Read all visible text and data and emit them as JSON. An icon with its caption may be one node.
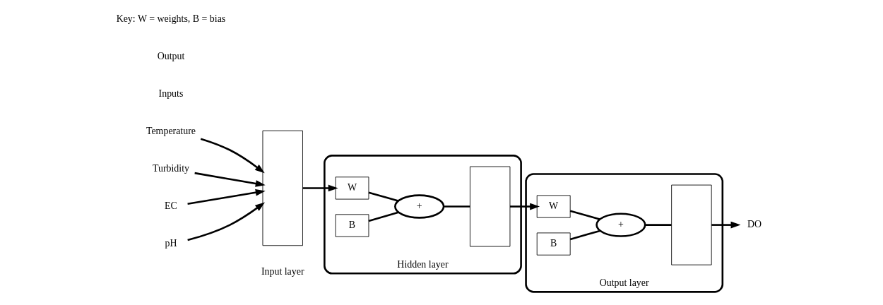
{
  "diagram": {
    "nodes": [
      {
        "text": [
          "Temperature"
        ]
      },
      {
        "text": [
          "Turbidity"
        ]
      },
      {
        "text": [
          "EC"
        ]
      },
      {
        "text": [
          "pH"
        ]
      },
      {
        "text": [],
        "shape": "box",
        "beside": [
          "Input layer"
        ]
      },
      {
        "text": [
          "Hidden layer"
        ]
      },
      {
        "text": [
          "W"
        ],
        "in": 5
      },
      {
        "text": [
          "B"
        ],
        "in": 5
      },
      {
        "text": [
          "+"
        ],
        "in": 5
      },
      {
        "text": [],
        "shape": "box",
        "in": 5
      },
      {
        "text": [
          "Output layer"
        ]
      },
      {
        "text": [
          "W"
        ],
        "in": 10
      },
      {
        "text": [
          "B"
        ],
        "in": 10
      },
      {
        "text": [
          "+"
        ],
        "in": 10
      },
      {
        "text": [],
        "shape": "box",
        "in": 10
      },
      {
        "text": [
          "DO"
        ]
      }
    ],
    "edges": [
      {
        "from": 0,
        "to": 4,
        "arrow": "to"
      },
      {
        "from": 1,
        "to": 4,
        "arrow": "to"
      },
      {
        "from": 2,
        "to": 4,
        "arrow": "to"
      },
      {
        "from": 3,
        "to": 4,
        "arrow": "to"
      },
      {
        "from": 4,
        "to": 6,
        "arrow": "to"
      },
      {
        "from": 6,
        "to": 8,
        "arrow": "none"
      },
      {
        "from": 7,
        "to": 8,
        "arrow": "none"
      },
      {
        "from": 8,
        "to": 9,
        "arrow": "none"
      },
      {
        "from": 9,
        "to": 11,
        "arrow": "to"
      },
      {
        "from": 11,
        "to": 13,
        "arrow": "none"
      },
      {
        "from": 12,
        "to": 13,
        "arrow": "none"
      },
      {
        "from": 13,
        "to": 14,
        "arrow": "none"
      },
      {
        "from": 14,
        "to": 15,
        "arrow": "to"
      }
    ],
    "labels": [
      "Inputs",
      "Output",
      "Key: W = weights, B = bias"
    ]
  }
}
